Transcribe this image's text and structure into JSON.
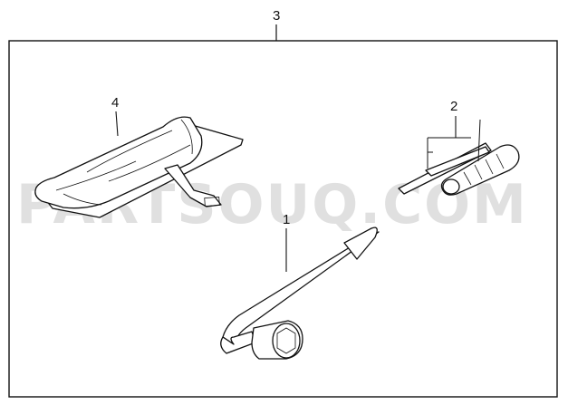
{
  "diagram": {
    "watermark_text": "PARTSOUQ.COM",
    "callouts": {
      "set": "3",
      "wrench": "1",
      "screwdriver": "2",
      "pouch": "4"
    }
  }
}
